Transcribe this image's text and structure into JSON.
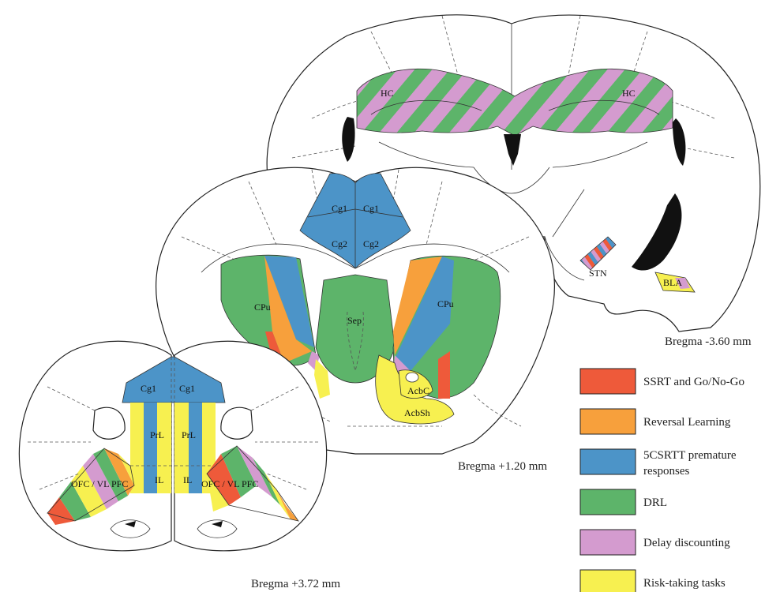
{
  "colors": {
    "ssrt": "#EE5A3A",
    "reversal": "#F7A03C",
    "csrtt": "#4C94C8",
    "drl": "#5DB46A",
    "delay": "#D49BCF",
    "risk": "#F7F050",
    "ventricle": "#111111"
  },
  "sections": {
    "posterior": {
      "bregma": "Bregma -3.60 mm",
      "hc_left": "HC",
      "hc_right": "HC",
      "stn": "STN",
      "bla": "BLA"
    },
    "middle": {
      "bregma": "Bregma +1.20 mm",
      "cg1_left": "Cg1",
      "cg1_right": "Cg1",
      "cg2_left": "Cg2",
      "cg2_right": "Cg2",
      "cpu_left": "CPu",
      "cpu_right": "CPu",
      "sep": "Sep",
      "acbc": "AcbC",
      "acbsh": "AcbSh"
    },
    "anterior": {
      "bregma": "Bregma +3.72 mm",
      "cg1_left": "Cg1",
      "cg1_right": "Cg1",
      "prl_left": "PrL",
      "prl_right": "PrL",
      "il_left": "IL",
      "il_right": "IL",
      "ofc_left": "OFC / VL PFC",
      "ofc_right": "OFC / VL PFC"
    }
  },
  "legend": [
    {
      "label": "SSRT and Go/No-Go",
      "color": "#EE5A3A"
    },
    {
      "label": "Reversal Learning",
      "color": "#F7A03C"
    },
    {
      "label": "5CSRTT premature",
      "label2": "responses",
      "color": "#4C94C8"
    },
    {
      "label": "DRL",
      "color": "#5DB46A"
    },
    {
      "label": "Delay discounting",
      "color": "#D49BCF"
    },
    {
      "label": "Risk-taking tasks",
      "color": "#F7F050"
    }
  ]
}
